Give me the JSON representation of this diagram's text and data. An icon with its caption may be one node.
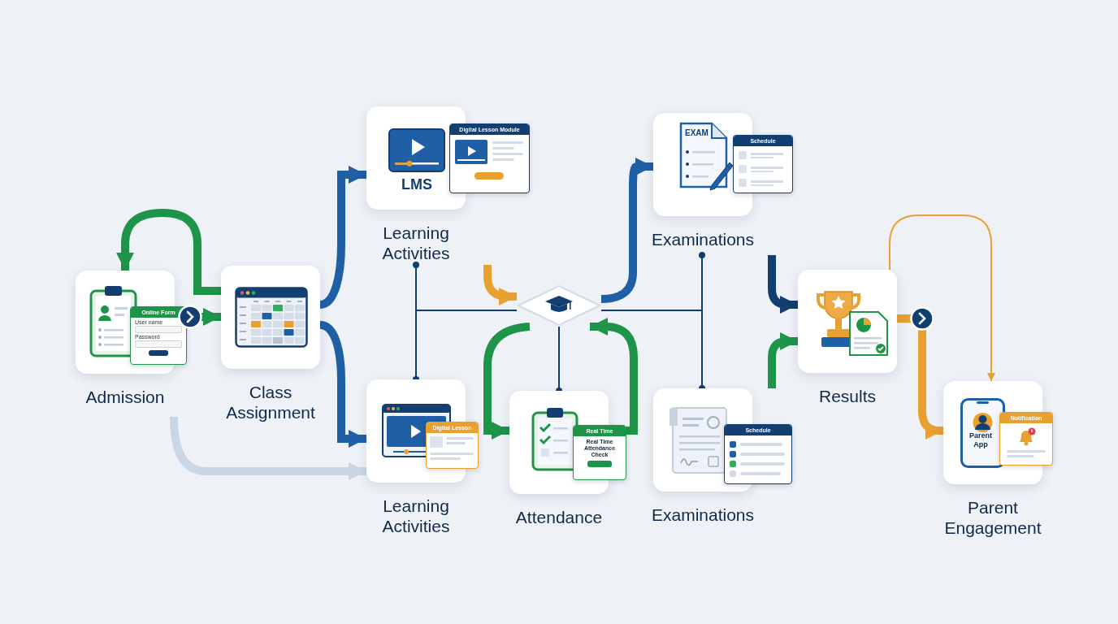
{
  "diagram": {
    "nodes": [
      {
        "text": [
          "Online Form",
          "User name",
          "Password",
          "Admission"
        ]
      },
      {
        "text": [
          "Class Assignment"
        ]
      },
      {
        "text": [
          "LMS",
          "Digital Lesson Module",
          "Learning Activities"
        ]
      },
      {
        "text": [],
        "shape": "diamond"
      },
      {
        "text": [
          "EXAM",
          "Schedule",
          "Examinations"
        ]
      },
      {
        "text": [
          "Digital Lesson",
          "Learning Activities"
        ]
      },
      {
        "text": [
          "Real Time",
          "Real Time Attendance Check",
          "Attendance"
        ]
      },
      {
        "text": [
          "Schedule",
          "Examinations"
        ]
      },
      {
        "text": [
          "Results"
        ]
      },
      {
        "text": [
          "Parent App",
          "Notification",
          "Parent Engagement"
        ]
      }
    ],
    "edges": [
      {
        "from": 0,
        "to": 1,
        "arrow": "to",
        "color": "#1e9448"
      },
      {
        "from": 1,
        "to": 0,
        "arrow": "to",
        "color": "#1e9448"
      },
      {
        "from": 0,
        "to": 5,
        "arrow": "to",
        "color": "#c9d6e6"
      },
      {
        "from": 1,
        "to": 2,
        "arrow": "to",
        "color": "#1f5fa6"
      },
      {
        "from": 1,
        "to": 5,
        "arrow": "to",
        "color": "#1f5fa6"
      },
      {
        "from": 2,
        "to": 3,
        "arrow": "to",
        "color": "#e8a030"
      },
      {
        "from": 3,
        "to": 4,
        "arrow": "to",
        "color": "#1f5fa6"
      },
      {
        "from": 3,
        "to": 6,
        "arrow": "to",
        "color": "#1e9448"
      },
      {
        "from": 6,
        "to": 3,
        "arrow": "to",
        "color": "#1e9448"
      },
      {
        "from": 3,
        "to": 2,
        "arrow": "other"
      },
      {
        "from": 3,
        "to": 5,
        "arrow": "other"
      },
      {
        "from": 3,
        "to": 6,
        "arrow": "other"
      },
      {
        "from": 3,
        "to": 4,
        "arrow": "other"
      },
      {
        "from": 3,
        "to": 7,
        "arrow": "other"
      },
      {
        "from": 4,
        "to": 8,
        "arrow": "to"
      },
      {
        "from": 7,
        "to": 8,
        "arrow": "to",
        "color": "#1e9448"
      },
      {
        "from": 8,
        "to": 9,
        "arrow": "to",
        "color": "#e8a030"
      },
      {
        "from": 8,
        "to": 9,
        "arrow": "to",
        "color": "#e8a030"
      }
    ]
  }
}
